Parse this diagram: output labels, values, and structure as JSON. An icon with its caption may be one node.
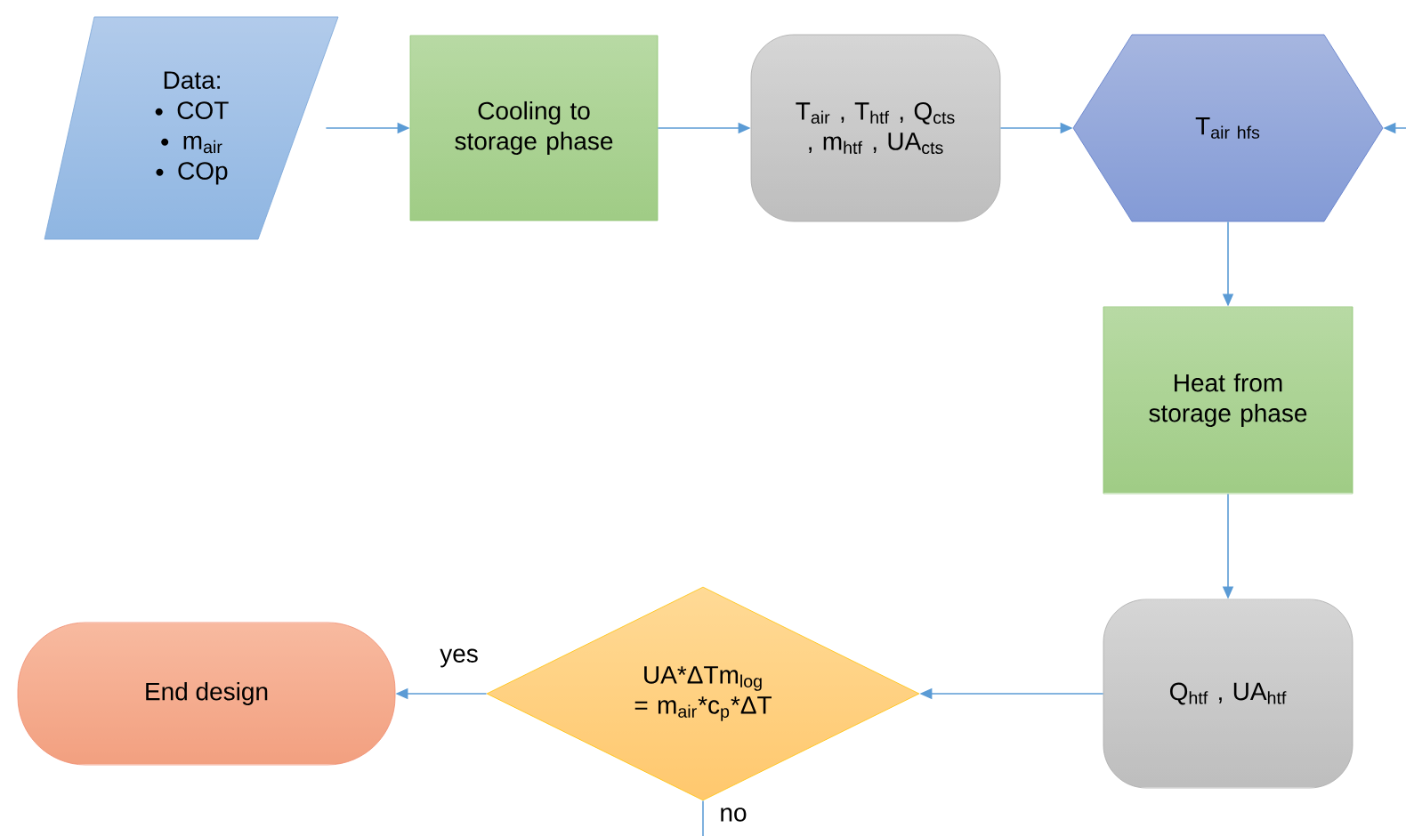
{
  "diagram": {
    "nodes": [
      {
        "text": [
          "Data:",
          "COT",
          "m$_{air}$",
          "COp"
        ]
      },
      {
        "text": [
          "Cooling to storage phase"
        ]
      },
      {
        "text": [
          "T$_{air}$ , T$_{htf}$ , Q$_{cts}$ , m$_{htf}$ , UA$_{cts}$"
        ]
      },
      {
        "text": [
          "\\mathrm{T}_{\\mathrm{air\\ hfs}}"
        ]
      },
      {
        "text": [
          "Heat from storage phase"
        ]
      },
      {
        "text": [
          "Q$_{htf}$ , UA$_{htf}$"
        ]
      },
      {
        "text": [
          "UA*ΔTm$_{log}$ = m$_{air}$*c$_{p}$*ΔT"
        ]
      },
      {
        "text": [
          "End design"
        ]
      }
    ],
    "edges": [
      {
        "from": 0,
        "to": 1,
        "arrow": "to"
      },
      {
        "from": 1,
        "to": 2,
        "arrow": "to"
      },
      {
        "from": 2,
        "to": 3,
        "arrow": "to"
      },
      {
        "from": null,
        "to": 3,
        "arrow": "to"
      },
      {
        "from": 3,
        "to": 4,
        "arrow": "to"
      },
      {
        "from": 4,
        "to": 5,
        "arrow": "to"
      },
      {
        "from": 5,
        "to": 6,
        "arrow": "to"
      },
      {
        "from": 6,
        "to": 7,
        "arrow": "to",
        "label": "yes"
      },
      {
        "from": 6,
        "to": null,
        "arrow": "none",
        "label": "no"
      }
    ]
  }
}
